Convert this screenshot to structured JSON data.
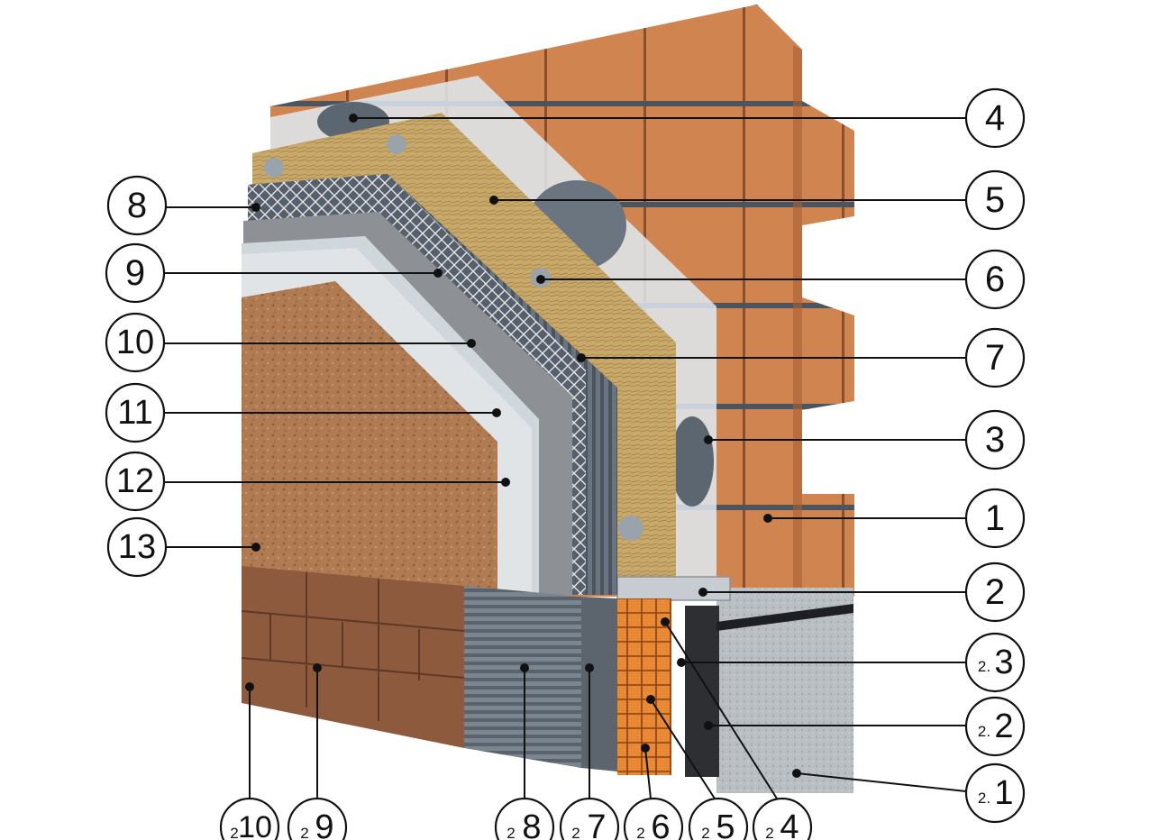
{
  "colors": {
    "brick": "#d0844f",
    "brick_shadow": "#a85f33",
    "mortar": "#4a5560",
    "concrete": "#b9bec3",
    "glue": "#dfe9f2",
    "mineral_wool": "#c9a96a",
    "mesh": "#5b6470",
    "primer": "#8d9094",
    "plaster_base": "#d8dcdf",
    "decor_plaster": "#b07b52",
    "tile": "#8e5a3e",
    "orange_xps": "#e88a35"
  },
  "callouts_right": [
    {
      "prefix": "",
      "number": "4"
    },
    {
      "prefix": "",
      "number": "5"
    },
    {
      "prefix": "",
      "number": "6"
    },
    {
      "prefix": "",
      "number": "7"
    },
    {
      "prefix": "",
      "number": "3"
    },
    {
      "prefix": "",
      "number": "1"
    },
    {
      "prefix": "",
      "number": "2"
    },
    {
      "prefix": "2.",
      "number": "3"
    },
    {
      "prefix": "2.",
      "number": "2"
    },
    {
      "prefix": "2.",
      "number": "1"
    }
  ],
  "callouts_left": [
    {
      "prefix": "",
      "number": "8"
    },
    {
      "prefix": "",
      "number": "9"
    },
    {
      "prefix": "",
      "number": "10"
    },
    {
      "prefix": "",
      "number": "11"
    },
    {
      "prefix": "",
      "number": "12"
    },
    {
      "prefix": "",
      "number": "13"
    }
  ],
  "callouts_bottom": [
    {
      "prefix": "2",
      "number": "10"
    },
    {
      "prefix": "2",
      "number": "9"
    },
    {
      "prefix": "2",
      "number": "8"
    },
    {
      "prefix": "2",
      "number": "7"
    },
    {
      "prefix": "2",
      "number": "6"
    },
    {
      "prefix": "2",
      "number": "5"
    },
    {
      "prefix": "2",
      "number": "4"
    }
  ]
}
